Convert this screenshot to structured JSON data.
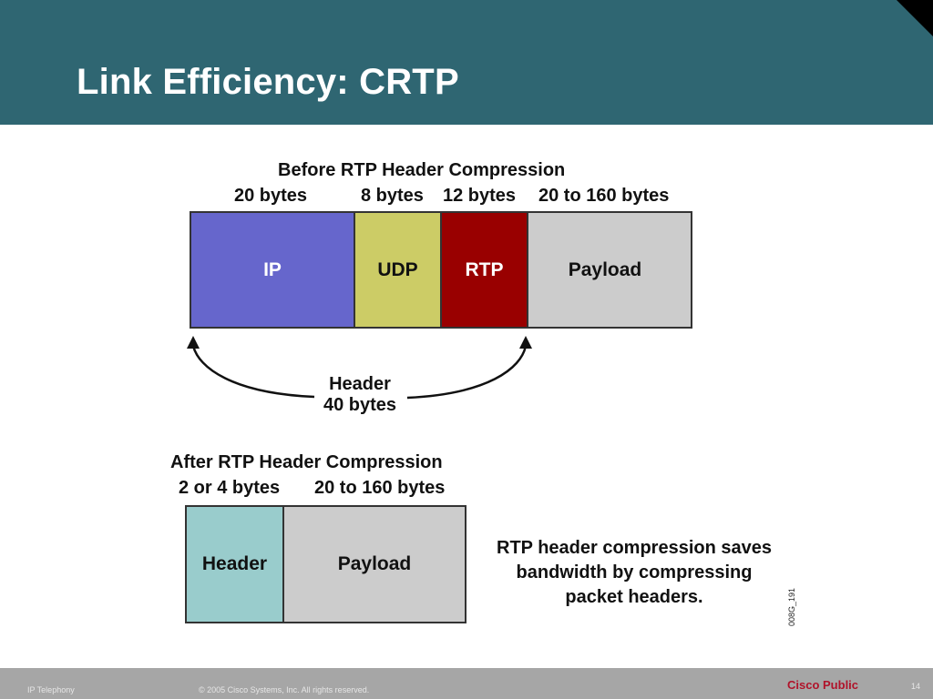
{
  "slide": {
    "title": "Link Efficiency: CRTP"
  },
  "before": {
    "title": "Before RTP Header Compression",
    "sizes": [
      "20 bytes",
      "8 bytes",
      "12 bytes",
      "20 to 160 bytes"
    ],
    "segments": [
      {
        "label": "IP",
        "color": "#6666cc"
      },
      {
        "label": "UDP",
        "color": "#cccc66"
      },
      {
        "label": "RTP",
        "color": "#990000"
      },
      {
        "label": "Payload",
        "color": "#cccccc"
      }
    ],
    "header_label_line1": "Header",
    "header_label_line2": "40 bytes"
  },
  "after": {
    "title": "After RTP Header Compression",
    "sizes": [
      "2 or 4 bytes",
      "20 to 160 bytes"
    ],
    "segments": [
      {
        "label": "Header",
        "color": "#99cccc"
      },
      {
        "label": "Payload",
        "color": "#cccccc"
      }
    ]
  },
  "note": {
    "line1": "RTP header compression saves",
    "line2": "bandwidth by compressing",
    "line3": "packet headers."
  },
  "figure_id": "008G_191",
  "footer": {
    "course": "IP Telephony",
    "copyright": "© 2005 Cisco Systems, Inc. All rights reserved.",
    "classification": "Cisco Public",
    "page": "14"
  }
}
